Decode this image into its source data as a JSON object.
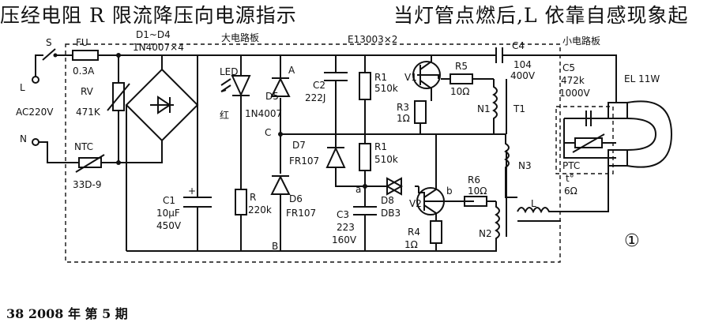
{
  "header": {
    "left": "压经电阻 R 限流降压向电源指示",
    "right": "当灯管点燃后,L 依靠自感现象起"
  },
  "labels": {
    "s": "S",
    "fu": "FU",
    "fu_val": "0.3A",
    "l": "L",
    "ac": "AC220V",
    "n": "N",
    "rv": "RV",
    "rv_val": "471K",
    "ntc": "NTC",
    "ntc_val": "33D-9",
    "d1d4": "D1~D4",
    "d1d4_val": "1N4007×4",
    "big_board": "大电路板",
    "e13003": "E13003×2",
    "c4": "C4",
    "c4_v1": "104",
    "c4_v2": "400V",
    "small_board": "小电路板",
    "led": "LED",
    "led_color": "红",
    "d5": "D5",
    "d5_val": "1N4007",
    "a": "A",
    "c2": "C2",
    "c2_val": "222J",
    "r1a": "R1",
    "r1a_val": "510k",
    "v1": "V1",
    "r5": "R5",
    "r5_val": "10Ω",
    "r3": "R3",
    "r3_val": "1Ω",
    "n1": "N1",
    "t1": "T1",
    "c": "C",
    "d7": "D7",
    "d7_val": "FR107",
    "r1b": "R1",
    "r1b_val": "510k",
    "n3": "N3",
    "c5": "C5",
    "c5_v1": "472k",
    "c5_v2": "1000V",
    "el": "EL 11W",
    "ptc": "PTC",
    "ptc_t": "t°",
    "ptc_val": "6Ω",
    "c1": "C1",
    "c1_v1": "10μF",
    "c1_v2": "450V",
    "r": "R",
    "r_val": "220k",
    "d6": "D6",
    "d6_val": "FR107",
    "node_a": "a",
    "d8": "D8",
    "d8_val": "DB3",
    "v2": "V2",
    "node_b": "b",
    "r6": "R6",
    "r6_val": "10Ω",
    "l_ind": "L",
    "c3": "C3",
    "c3_v1": "223",
    "c3_v2": "160V",
    "r4": "R4",
    "r4_val": "1Ω",
    "n2": "N2",
    "b": "B",
    "fig": "①"
  },
  "footer": "38 2008 年 第 5 期"
}
